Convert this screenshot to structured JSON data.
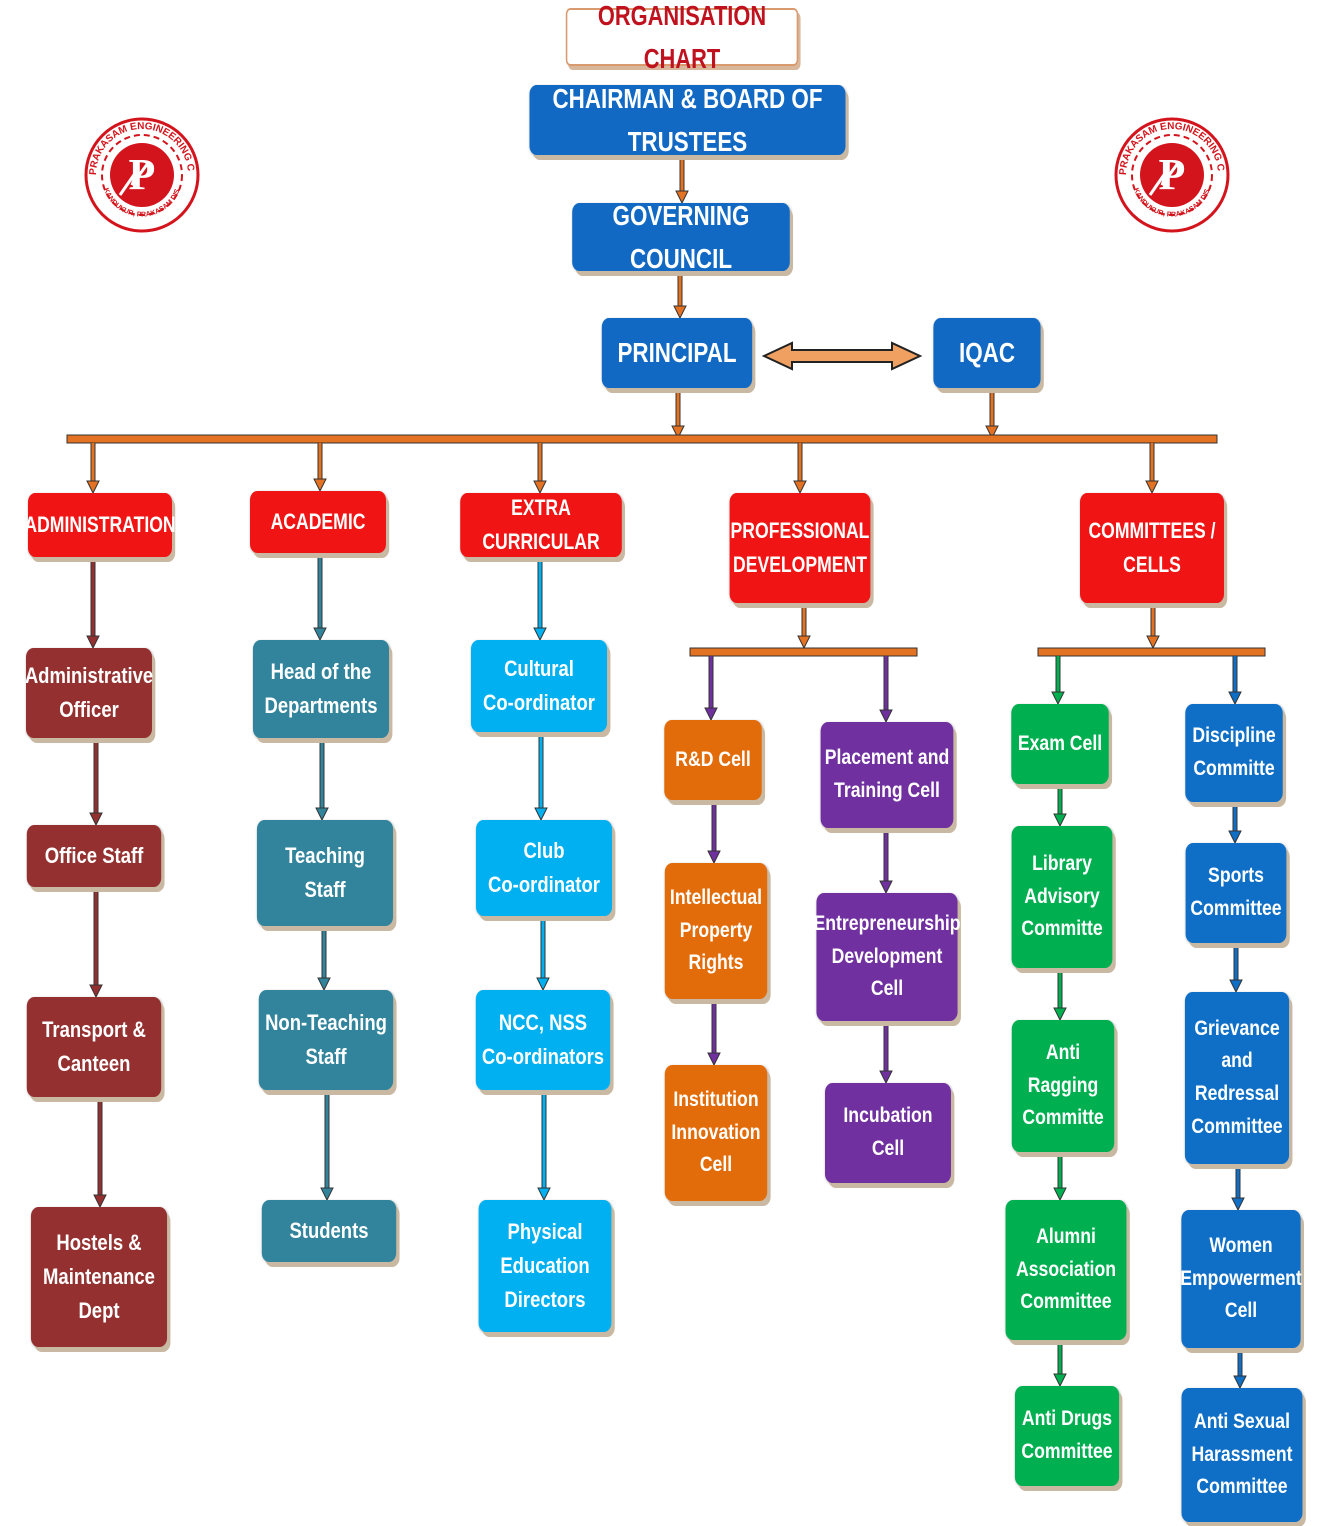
{
  "title": "ORGANISATION CHART",
  "logo": {
    "ring_text_top": "PRAKASAM ENGINEERING COLLEGE",
    "ring_text_bottom": "KANDUKUR, PRAKASAM DIST",
    "letter": "P",
    "brand_color": "#d4141c"
  },
  "top": {
    "chairman": "CHAIRMAN & BOARD OF TRUSTEES",
    "governing": "GOVERNING COUNCIL",
    "principal": "PRINCIPAL",
    "iqac": "IQAC"
  },
  "heads": {
    "administration": "ADMINISTRATION",
    "academic": "ACADEMIC",
    "extra": "EXTRA CURRICULAR",
    "professional": "PROFESSIONAL\nDEVELOPMENT",
    "committees": "COMMITTEES /\nCELLS"
  },
  "administration": [
    "Administrative\nOfficer",
    "Office Staff",
    "Transport &\nCanteen",
    "Hostels &\nMaintenance\nDept"
  ],
  "academic": [
    "Head of the\nDepartments",
    "Teaching\nStaff",
    "Non-Teaching\nStaff",
    "Students"
  ],
  "extra": [
    "Cultural\nCo-ordinator",
    "Club\nCo-ordinator",
    "NCC, NSS\nCo-ordinators",
    "Physical\nEducation\nDirectors"
  ],
  "rd": [
    "R&D Cell",
    "Intellectual\nProperty\nRights",
    "Institution\nInnovation\nCell"
  ],
  "placement": [
    "Placement and\nTraining Cell",
    "Entrepreneurship\nDevelopment\nCell",
    "Incubation\nCell"
  ],
  "green": [
    "Exam Cell",
    "Library\nAdvisory\nCommitte",
    "Anti\nRagging\nCommitte",
    "Alumni\nAssociation\nCommittee",
    "Anti Drugs\nCommittee"
  ],
  "blue": [
    "Discipline\nCommitte",
    "Sports\nCommittee",
    "Grievance\nand\nRedressal\nCommittee",
    "Women\nEmpowerment\nCell",
    "Anti Sexual\nHarassment\nCommittee"
  ],
  "colors": {
    "connector": "#e37222",
    "admin": "#943130",
    "academic": "#31849b",
    "extra": "#00b0f0",
    "orange": "#e36c0a",
    "purple": "#7030a0",
    "green": "#00b050",
    "blue": "#0f6fc6",
    "head": "#f01414",
    "top": "#1169c4"
  }
}
